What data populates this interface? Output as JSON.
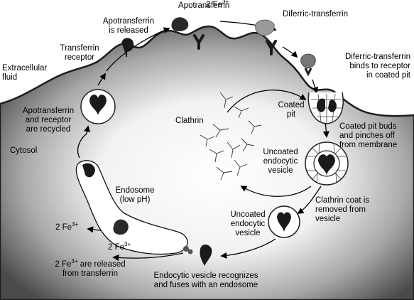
{
  "colors": {
    "cytosol_center": "#ffffff",
    "cytosol_edge": "#4a4a4a",
    "membrane": "#1c1c1c",
    "receptor": "#1a1a1a",
    "apotransferrin": "#3a3a3a",
    "diferric": "#9a9a9a",
    "endosome": "#ffffff"
  },
  "labels": {
    "apotransferrin": "Apotransferrin",
    "two_fe": "2 Fe",
    "fe_charge": "3+",
    "diferric_transferrin": "Diferric-transferrin",
    "apotransferrin_released_1": "Apotransferrin",
    "apotransferrin_released_2": "is released",
    "transferrin_receptor_1": "Transferrin",
    "transferrin_receptor_2": "receptor",
    "extracellular_1": "Extracellular",
    "extracellular_2": "fluid",
    "binds_receptor_1": "Diferric-transferrin",
    "binds_receptor_2": "binds to receptor",
    "binds_receptor_3": "in coated pit",
    "clathrin": "Clathrin",
    "coated_pit_1": "Coated",
    "coated_pit_2": "pit",
    "recycled_1": "Apotransferrin",
    "recycled_2": "and receptor",
    "recycled_3": "are recycled",
    "buds_1": "Coated pit buds",
    "buds_2": "and pinches off",
    "buds_3": "from membrane",
    "cytosol": "Cytosol",
    "uncoated_vesicle_1": "Uncoated",
    "uncoated_vesicle_2": "endocytic",
    "uncoated_vesicle_3": "vesicle",
    "endosome_1": "Endosome",
    "endosome_2": "(low pH)",
    "coat_removed_1": "Clathrin coat is",
    "coat_removed_2": "removed from",
    "coat_removed_3": "vesicle",
    "uncoated_vesicle_b1": "Uncoated",
    "uncoated_vesicle_b2": "endocytic",
    "uncoated_vesicle_b3": "vesicle",
    "fe_left": "2 Fe",
    "fe_mid": "2 Fe",
    "fe_released_1": "2 Fe",
    "fe_released_1b": " are released",
    "fe_released_2": "from transferrin",
    "fuses_1": "Endocytic vesicle recognizes",
    "fuses_2": "and fuses with an endosome"
  }
}
